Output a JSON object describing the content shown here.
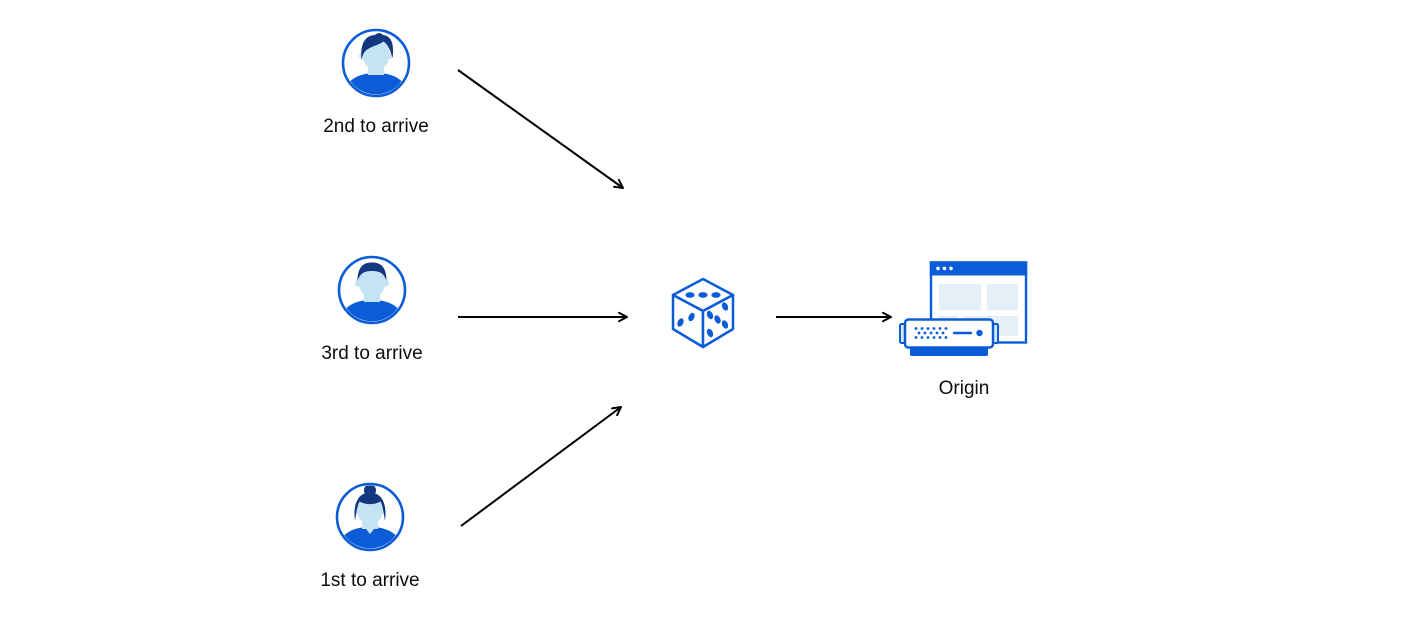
{
  "page": {
    "background": "#FFFFFF"
  },
  "diagram": {
    "clients": [
      {
        "label": "2nd to arrive",
        "icon": "person-man-quiff-avatar"
      },
      {
        "label": "3rd to arrive",
        "icon": "person-man-flattop-avatar"
      },
      {
        "label": "1st to arrive",
        "icon": "person-woman-bun-avatar"
      }
    ],
    "selector": {
      "icon": "dice-icon"
    },
    "origin": {
      "label": "Origin",
      "icon": "browser-window-server-icon"
    },
    "connections": [
      {
        "from": "2nd to arrive",
        "to": "dice"
      },
      {
        "from": "3rd to arrive",
        "to": "dice"
      },
      {
        "from": "1st to arrive",
        "to": "dice"
      },
      {
        "from": "dice",
        "to": "Origin"
      }
    ],
    "colors": {
      "primary_blue": "#0B5CD6",
      "dark_navy": "#12397F",
      "skin_light_blue": "#C4E3F4",
      "panel_light_blue": "#E4EFF8",
      "tab_light_blue": "#D8EAF7",
      "arrow_black": "#000000",
      "label_text": "#0D0D0D"
    }
  }
}
